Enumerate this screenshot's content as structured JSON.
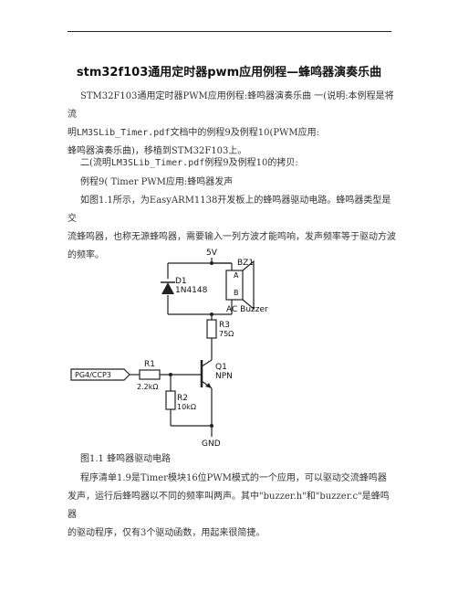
{
  "title": "stm32f103通用定时器pwm应用例程—蜂鸣器演奏乐曲",
  "intro": {
    "line1": "STM32F103通用定时器PWM应用例程:蜂鸣器演奏乐曲 一(说明:本例程是将流",
    "line2_a": "明",
    "line2_b": "LM3SLib_Timer.pdf",
    "line2_c": "文档中的例程9及例程10(PWM应用:",
    "line3": "蜂鸣器演奏乐曲)，移植到STM32F103上。"
  },
  "para2": {
    "a": "二(流明",
    "b": "LM3SLib_Timer.pdf",
    "c": "例程9及例程10的拷贝:"
  },
  "para3": "例程9( Timer PWM应用:蜂鸣器发声",
  "para4": {
    "line1": "如图1.1所示，为EasyARM1138开发板上的蜂鸣器驱动电路。蜂鸣器类型是交",
    "line2": "流蜂鸣器，也称无源蜂鸣器，需要输入一列方波才能鸣响，发声频率等于驱动方波",
    "line3": "的频率。"
  },
  "circuit": {
    "vcc": "5V",
    "d1_name": "D1",
    "d1_part": "1N4148",
    "bz_name": "BZ1",
    "bz_a": "A",
    "bz_b": "B",
    "bz_type": "AC Buzzer",
    "r3_name": "R3",
    "r3_value": "75Ω",
    "r1_name": "R1",
    "r1_value": "2.2kΩ",
    "r2_name": "R2",
    "r2_value": "10kΩ",
    "q1_name": "Q1",
    "q1_type": "NPN",
    "input_label": "PG4/CCP3",
    "gnd": "GND"
  },
  "caption": "图1.1  蜂鸣器驱动电路",
  "para5": {
    "line1": "程序清单1.9是Timer模块16位PWM模式的一个应用，可以驱动交流蜂鸣器",
    "line2": "发声，运行后蜂鸣器以不同的频率叫两声。其中\"buzzer.h\"和\"buzzer.c\"是蜂鸣器",
    "line3": "的驱动程序，仅有3个驱动函数，用起来很简捷。"
  }
}
